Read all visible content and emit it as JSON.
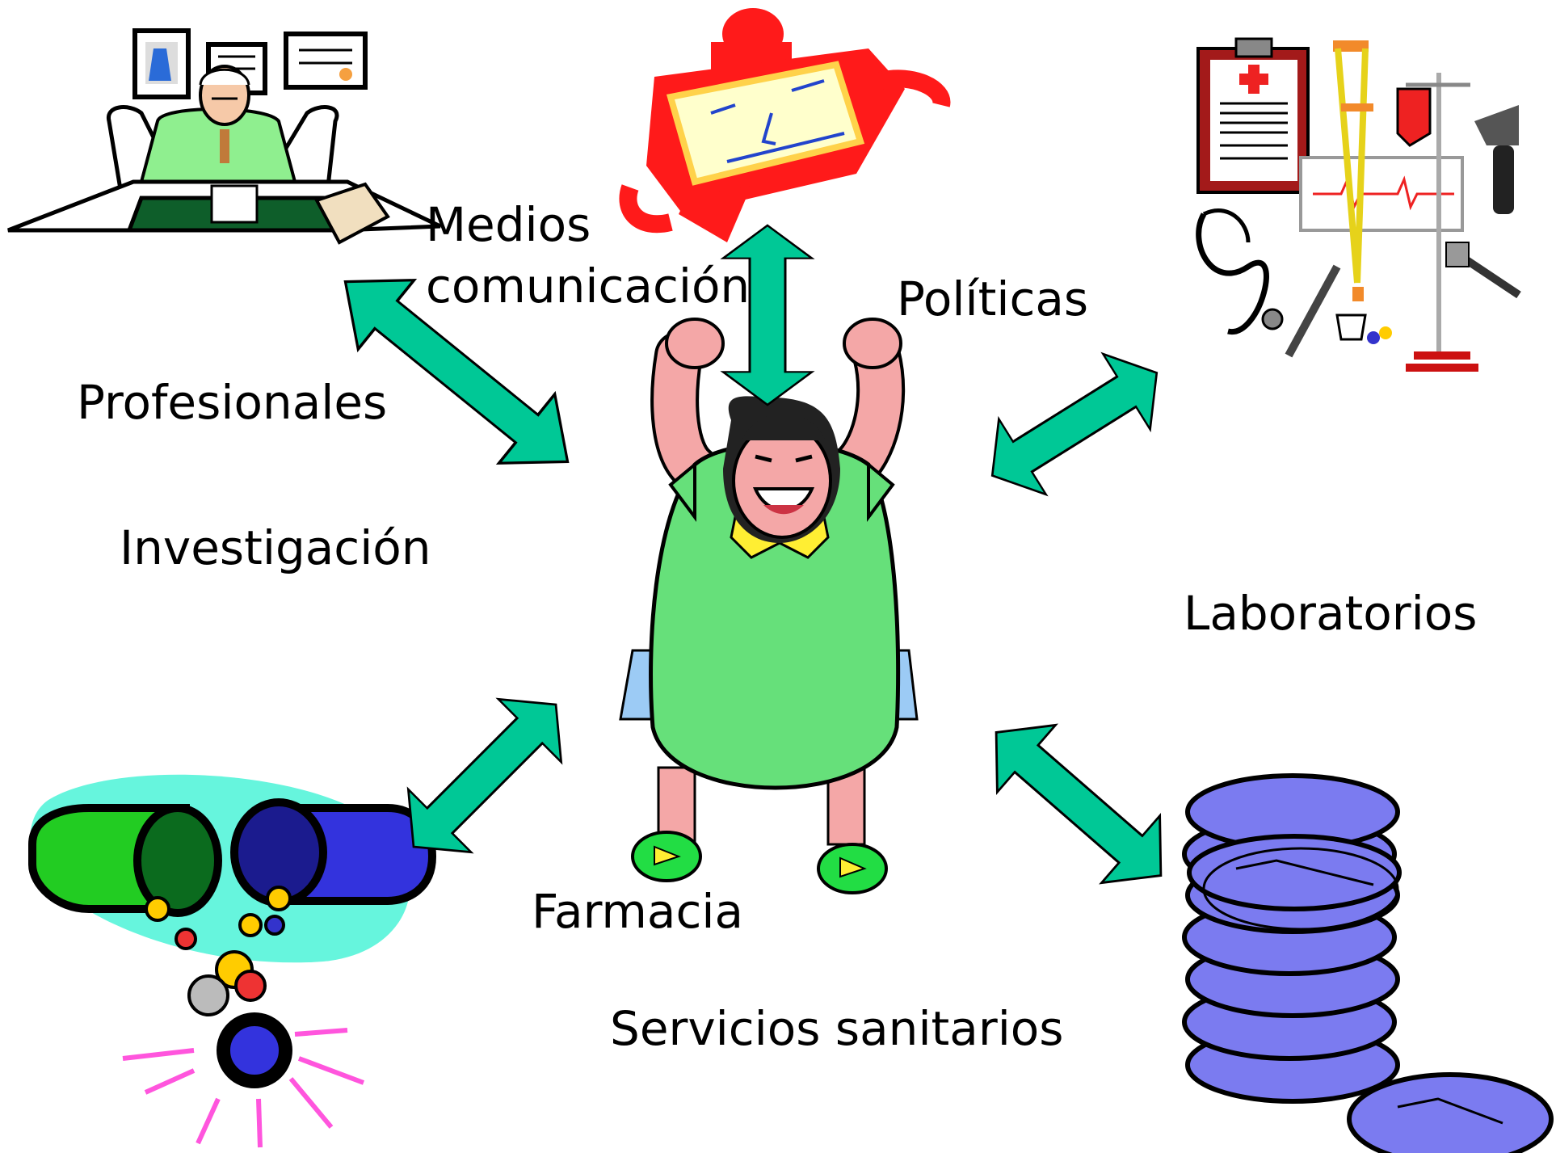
{
  "labels": {
    "medios_line1": "Medios",
    "medios_line2": "comunicación",
    "politicas": "Políticas",
    "profesionales": "Profesionales",
    "investigacion": "Investigación",
    "laboratorios": "Laboratorios",
    "farmacia": "Farmacia",
    "servicios": "Servicios sanitarios"
  },
  "colors": {
    "arrow": "#00c896",
    "dress": "#66e07a",
    "tv_body": "#ff1a1a",
    "tv_screen": "#ffffcc",
    "capsule_green": "#22cc22",
    "capsule_blue": "#3333dd",
    "splash": "#66f5dd",
    "coins": "#7b7bf0",
    "suit": "#88ee88"
  },
  "icons": {
    "center": "smiling-woman-icon",
    "top_left": "professional-at-desk-icon",
    "top_center": "tv-character-icon",
    "top_right": "medical-equipment-icon",
    "bottom_left": "pill-capsules-icon",
    "bottom_right": "coin-stack-icon"
  }
}
